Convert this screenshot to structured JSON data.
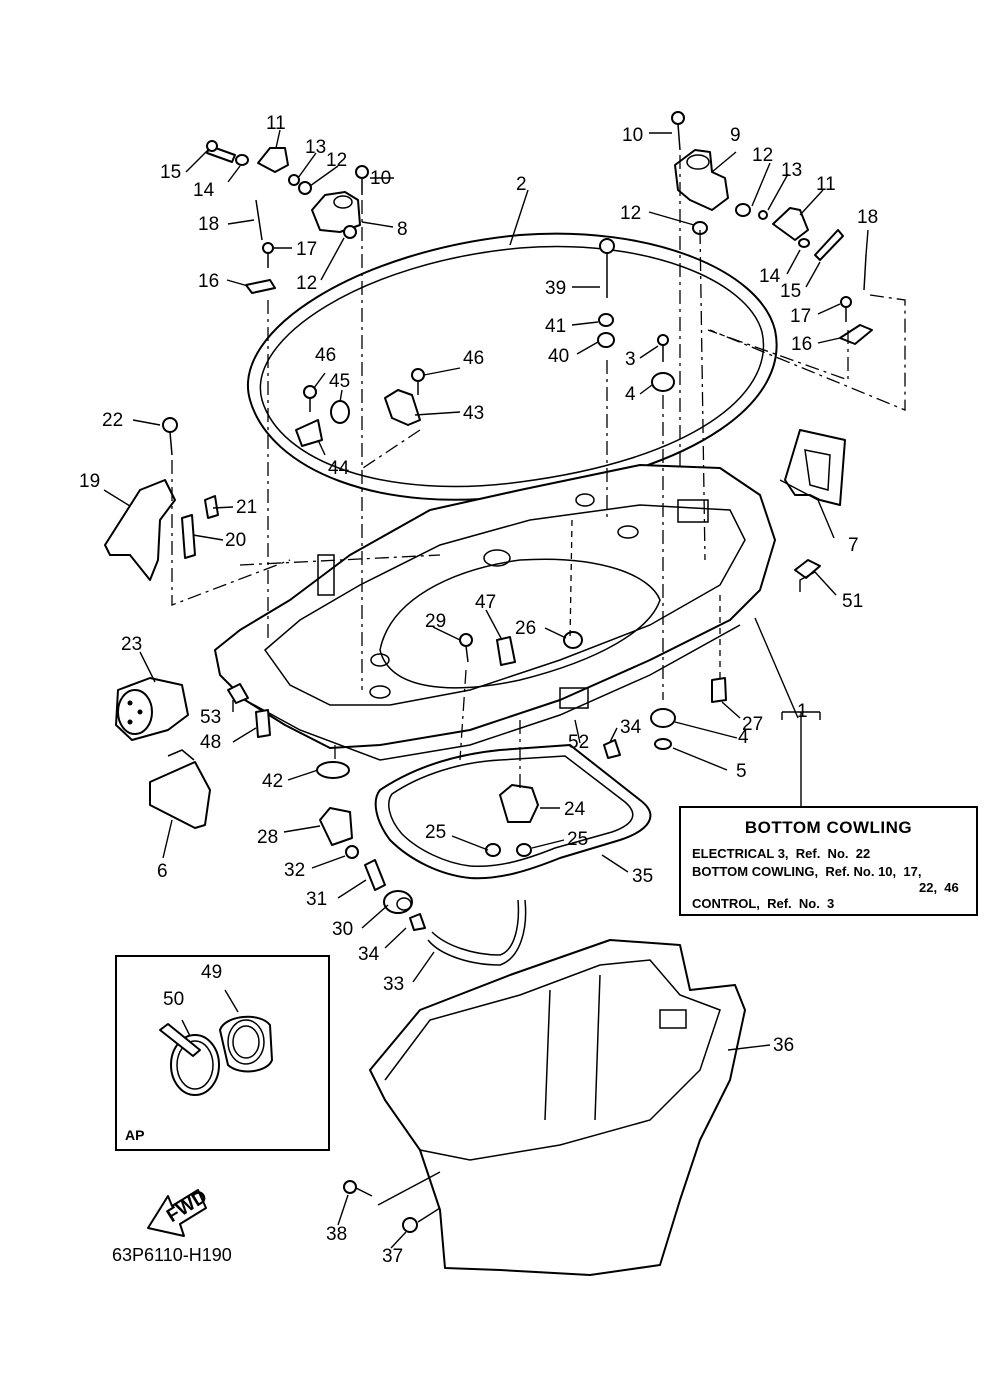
{
  "callouts": [
    "1",
    "2",
    "3",
    "4",
    "5",
    "6",
    "7",
    "8",
    "9",
    "10",
    "11",
    "12",
    "13",
    "14",
    "15",
    "16",
    "17",
    "18",
    "19",
    "20",
    "21",
    "22",
    "23",
    "24",
    "25",
    "26",
    "27",
    "28",
    "29",
    "30",
    "31",
    "32",
    "33",
    "34",
    "35",
    "36",
    "37",
    "38",
    "39",
    "40",
    "41",
    "42",
    "43",
    "44",
    "45",
    "46",
    "47",
    "48",
    "49",
    "50",
    "51",
    "52",
    "53"
  ],
  "reference_box": {
    "title": "BOTTOM  COWLING",
    "line1": "ELECTRICAL 3,  Ref.  No.  22",
    "line2": "BOTTOM COWLING,  Ref. No. 10,  17,",
    "line3": "22,  46",
    "line4": "CONTROL,  Ref.  No.  3"
  },
  "inset": {
    "label": "AP"
  },
  "fwd_arrow": "FWD",
  "diagram_code": "63P6110-H190"
}
